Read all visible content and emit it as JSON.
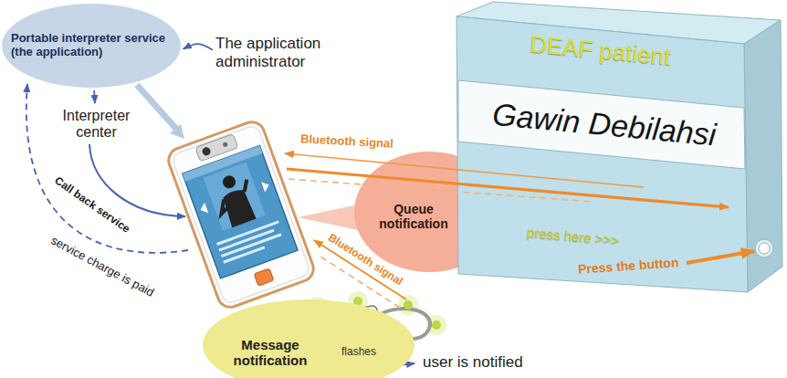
{
  "diagram": {
    "nodes": [
      {
        "text": [
          "Portable interpreter service (the application)"
        ]
      },
      {
        "text": [
          "The application administrator"
        ]
      },
      {
        "text": [
          "Interpreter center"
        ]
      },
      {
        "text": [
          "DEAF patient",
          "Gawin Debilahsi",
          "press here >>>"
        ]
      },
      {
        "text": [
          "Queue notification"
        ]
      },
      {
        "text": [
          "Message notification"
        ]
      }
    ],
    "edges": [
      {
        "from": 1,
        "to": 0,
        "arrow": "to"
      },
      {
        "from": 0,
        "to": 2,
        "arrow": "to"
      }
    ],
    "labels": [
      "Call back service",
      "service charge is paid",
      "Bluetooth signal",
      "Bluetooth signal",
      "Press the button",
      "flashes",
      "user is notified"
    ]
  }
}
